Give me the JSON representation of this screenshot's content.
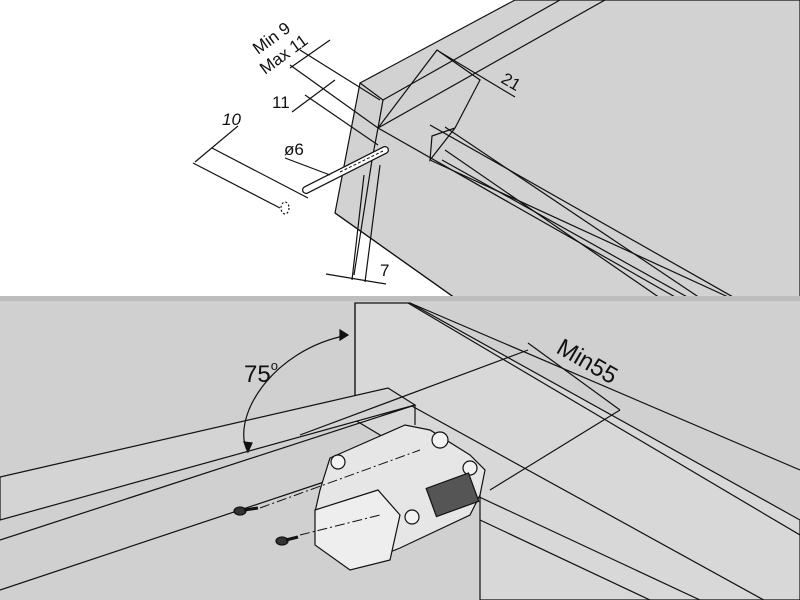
{
  "top_view": {
    "dimensions": {
      "min_depth": "Min 9",
      "max_depth": "Max 11",
      "offset": "11",
      "drill_length": "10",
      "drill_diameter": "ø6",
      "edge_distance": "7",
      "groove": "21"
    }
  },
  "bottom_view": {
    "angle": "75",
    "angle_unit": "o",
    "min_distance": "Min55"
  },
  "colors": {
    "panel": "#d2d2d2",
    "panel_light": "#dcdcdc",
    "background_top": "#ffffff",
    "background_bottom": "#d0d0d0",
    "line": "#111111"
  }
}
